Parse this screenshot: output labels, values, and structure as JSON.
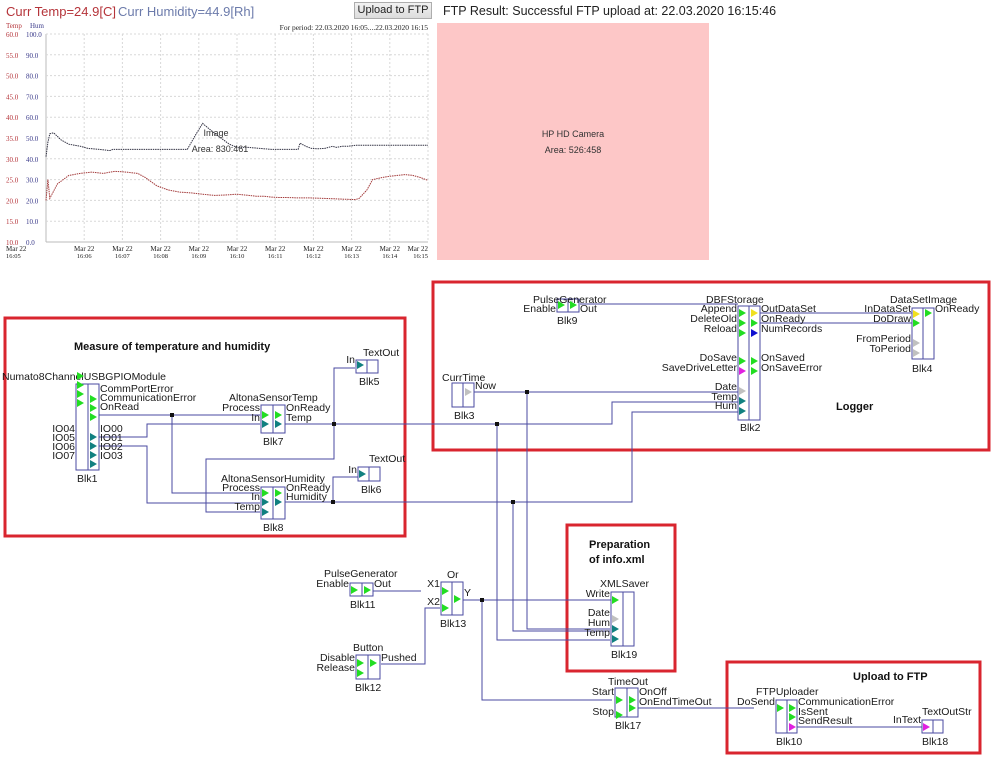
{
  "header": {
    "curr_temp": "Curr Temp=24.9[C]",
    "curr_humidity": "Curr Humidity=44.9[Rh]",
    "upload_button_label": "Upload to FTP",
    "ftp_result": "FTP Result: Successful FTP upload at: 22.03.2020 16:15:46"
  },
  "colors": {
    "temp": "#b5343a",
    "humidity": "#3a3a8a",
    "group_border": "#d9252f",
    "wire": "#4a4aa0",
    "port_green": "#22dd22",
    "port_teal": "#118080",
    "port_gray": "#c0c0c0",
    "port_yellow": "#f0e020",
    "port_blue": "#1010d0",
    "port_magenta": "#e020e0",
    "camera_bg": "#fdc7c7"
  },
  "image_overlay": {
    "title": "Image",
    "area": "Area: 830:461"
  },
  "camera": {
    "title": "HP HD Camera",
    "area": "Area: 526:458"
  },
  "chart_data": {
    "type": "line",
    "title": "For period: 22.03.2020 16:05....22.03.2020 16:15",
    "y_left_label": "Temp",
    "y_right_label": "Hum",
    "y_left_ticks": [
      "60.0",
      "55.0",
      "50.0",
      "45.0",
      "40.0",
      "35.0",
      "30.0",
      "25.0",
      "20.0",
      "15.0",
      "10.0"
    ],
    "y_right_ticks": [
      "100.0",
      "90.0",
      "80.0",
      "70.0",
      "60.0",
      "50.0",
      "40.0",
      "30.0",
      "20.0",
      "10.0",
      "0.0"
    ],
    "y_left_range": [
      10,
      60
    ],
    "y_right_range": [
      0,
      100
    ],
    "x_ticks": [
      [
        "Mar 22",
        "16:05"
      ],
      [
        "Mar 22",
        "16:06"
      ],
      [
        "Mar 22",
        "16:07"
      ],
      [
        "Mar 22",
        "16:08"
      ],
      [
        "Mar 22",
        "16:09"
      ],
      [
        "Mar 22",
        "16:10"
      ],
      [
        "Mar 22",
        "16:11"
      ],
      [
        "Mar 22",
        "16:12"
      ],
      [
        "Mar 22",
        "16:13"
      ],
      [
        "Mar 22",
        "16:14"
      ],
      [
        "Mar 22",
        "16:15"
      ]
    ],
    "x_range_minutes": [
      0,
      10
    ],
    "grid": true,
    "series": [
      {
        "name": "Hum",
        "axis": "right",
        "x": [
          0,
          0.05,
          0.1,
          0.2,
          0.4,
          0.6,
          0.9,
          1.1,
          1.4,
          1.65,
          1.68,
          1.75,
          1.9,
          2.1,
          2.4,
          2.7,
          3.0,
          3.3,
          3.6,
          3.7,
          3.9,
          4.1,
          4.2,
          4.5,
          4.8,
          5.0,
          5.3,
          5.6,
          5.9,
          6.2,
          6.5,
          6.6,
          6.65,
          6.8,
          6.95,
          7.1,
          7.3,
          7.5,
          7.6,
          7.75,
          7.9,
          8.1,
          8.4,
          8.7,
          9.0,
          9.3,
          9.6,
          9.8,
          10.0
        ],
        "y": [
          41,
          48,
          52,
          52.5,
          49,
          47,
          46,
          45,
          44.5,
          44,
          44,
          44.5,
          44.5,
          44.5,
          44.5,
          44.5,
          44.5,
          44.5,
          44.5,
          44.5,
          51,
          57,
          55.5,
          51,
          47,
          45.5,
          45.5,
          45,
          44.5,
          44.5,
          44.5,
          44.5,
          47.5,
          46,
          45,
          44.8,
          45,
          46,
          45.5,
          46,
          46,
          46.5,
          46.5,
          46.5,
          46.5,
          46.5,
          46.5,
          46.5,
          46.5
        ]
      },
      {
        "name": "Temp",
        "axis": "left",
        "x": [
          0,
          0.05,
          0.1,
          0.3,
          0.6,
          0.9,
          1.2,
          1.5,
          1.8,
          2.1,
          2.4,
          2.6,
          2.75,
          2.9,
          3.2,
          3.5,
          3.8,
          4.1,
          4.4,
          4.7,
          5.0,
          5.3,
          5.5,
          5.7,
          5.9,
          6.1,
          6.3,
          6.6,
          6.9,
          7.2,
          7.5,
          7.8,
          8.1,
          8.2,
          8.4,
          8.55,
          8.8,
          9.0,
          9.2,
          9.4,
          9.6,
          9.8,
          10.0
        ],
        "y": [
          20,
          25,
          20.5,
          24,
          26,
          26.5,
          26.8,
          26.5,
          27,
          26.8,
          26.5,
          25.5,
          24.5,
          23.5,
          22.5,
          22,
          21.8,
          21.5,
          21.2,
          21.3,
          21.5,
          21.2,
          21,
          21,
          20.8,
          20.7,
          20.7,
          20.6,
          20.6,
          20.5,
          20.4,
          20.3,
          20.2,
          20.5,
          22.5,
          25,
          25.5,
          25.8,
          26,
          26.2,
          26,
          25.5,
          24.8
        ]
      }
    ]
  },
  "groups": [
    {
      "title": "Measure of temperature and humidity"
    },
    {
      "title": "Logger"
    },
    {
      "title_lines": [
        "Preparation",
        "of info.xml"
      ]
    },
    {
      "title": "Upload to FTP"
    }
  ],
  "blocks": {
    "blk1": {
      "type": "Numato8ChannelUSBGPIOModule",
      "id": "Blk1",
      "inputs": [
        "IO04",
        "IO05",
        "IO06",
        "IO07"
      ],
      "outputs": [
        "CommPortError",
        "CommunicationError",
        "OnRead",
        "IO00",
        "IO01",
        "IO02",
        "IO03"
      ]
    },
    "blk5": {
      "type": "TextOut",
      "id": "Blk5",
      "inputs": [
        "In"
      ]
    },
    "blk6": {
      "type": "TextOut",
      "id": "Blk6",
      "inputs": [
        "In"
      ]
    },
    "blk7": {
      "type": "AltonaSensorTemp",
      "id": "Blk7",
      "inputs": [
        "Process",
        "In"
      ],
      "outputs": [
        "OnReady",
        "Temp"
      ]
    },
    "blk8": {
      "type": "AltonaSensorHumidity",
      "id": "Blk8",
      "inputs": [
        "Process",
        "In",
        "Temp"
      ],
      "outputs": [
        "OnReady",
        "Humidity"
      ]
    },
    "blk9": {
      "type": "PulseGenerator",
      "id": "Blk9",
      "inputs": [
        "Enable"
      ],
      "outputs": [
        "Out"
      ]
    },
    "blk2": {
      "type": "DBFStorage",
      "id": "Blk2",
      "inputs": [
        "Append",
        "DeleteOld",
        "Reload",
        "DoSave",
        "SaveDriveLetter",
        "Date",
        "Temp",
        "Hum"
      ],
      "outputs": [
        "OutDataSet",
        "OnReady",
        "NumRecords",
        "OnSaved",
        "OnSaveError"
      ]
    },
    "blk4": {
      "type": "DataSetImage",
      "id": "Blk4",
      "inputs": [
        "InDataSet",
        "DoDraw",
        "FromPeriod",
        "ToPeriod"
      ],
      "outputs": [
        "OnReady"
      ]
    },
    "blk3": {
      "type": "CurrTime",
      "id": "Blk3",
      "outputs": [
        "Now"
      ]
    },
    "blk11": {
      "type": "PulseGenerator",
      "id": "Blk11",
      "inputs": [
        "Enable"
      ],
      "outputs": [
        "Out"
      ]
    },
    "blk12": {
      "type": "Button",
      "id": "Blk12",
      "inputs": [
        "Disable",
        "Release"
      ],
      "outputs": [
        "Pushed"
      ]
    },
    "blk13": {
      "type": "Or",
      "id": "Blk13",
      "inputs": [
        "X1",
        "X2"
      ],
      "outputs": [
        "Y"
      ]
    },
    "blk19": {
      "type": "XMLSaver",
      "id": "Blk19",
      "inputs": [
        "Write",
        "Date",
        "Hum",
        "Temp"
      ]
    },
    "blk17": {
      "type": "TimeOut",
      "id": "Blk17",
      "inputs": [
        "Start",
        "Stop"
      ],
      "outputs": [
        "OnOff",
        "OnEndTimeOut"
      ]
    },
    "blk10": {
      "type": "FTPUploader",
      "id": "Blk10",
      "inputs": [
        "DoSend"
      ],
      "outputs": [
        "CommunicationError",
        "IsSent",
        "SendResult"
      ]
    },
    "blk18": {
      "type": "TextOutStr",
      "id": "Blk18",
      "inputs": [
        "InText"
      ]
    }
  }
}
